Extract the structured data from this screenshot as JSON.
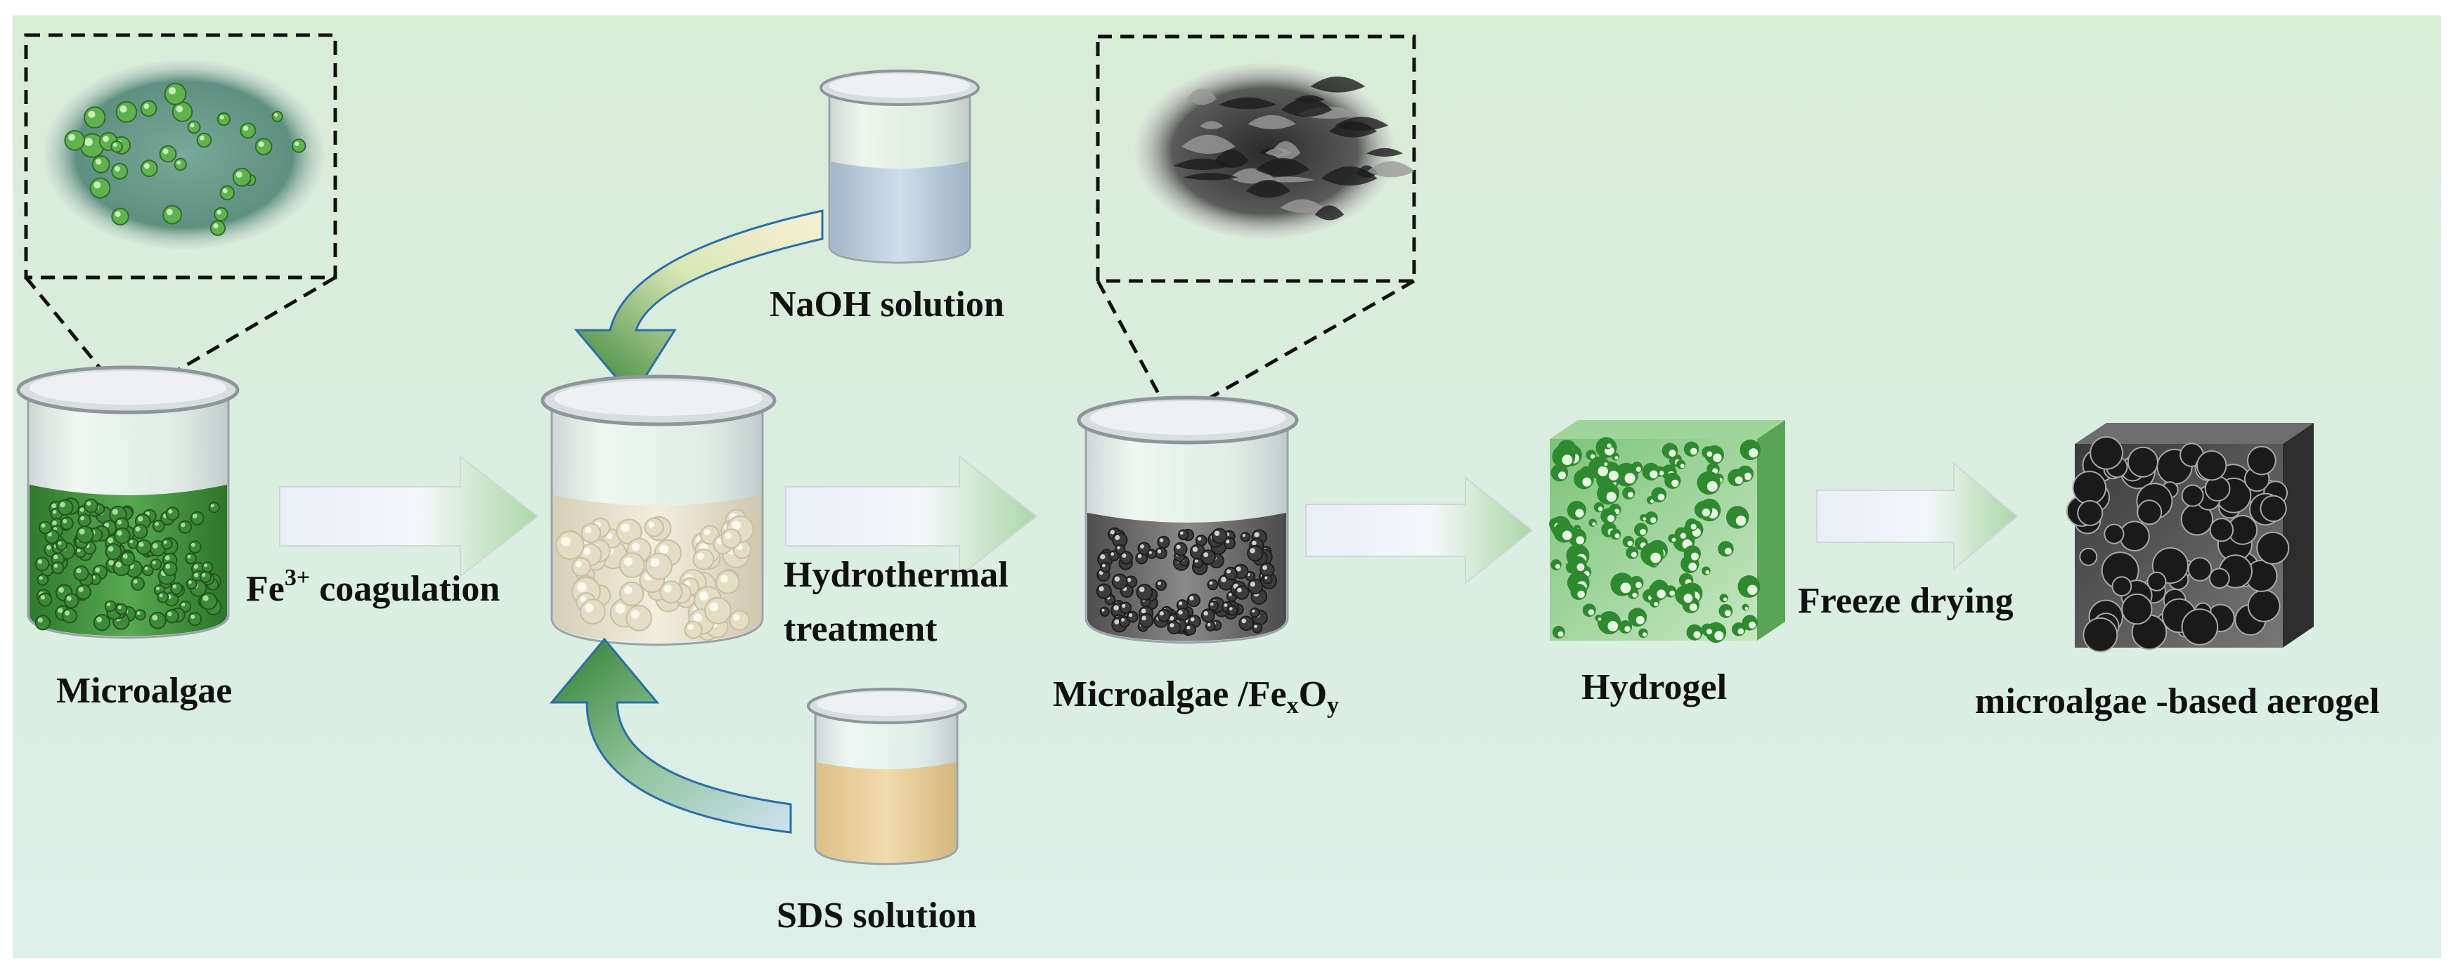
{
  "labels": {
    "microalgae": "Microalgae",
    "coag_prefix": "Fe",
    "coag_sup": "3+",
    "coag_suffix": " coagulation",
    "naoh": "NaOH solution",
    "sds": "SDS solution",
    "hydro_line1": "Hydrothermal",
    "hydro_line2": "treatment",
    "composite_prefix": "Microalgae /Fe",
    "composite_sub1": "x",
    "composite_mid": "O",
    "composite_sub2": "y",
    "hydrogel": "Hydrogel",
    "freeze": "Freeze drying",
    "aerogel": "microalgae -based aerogel"
  },
  "colors": {
    "background_top": "#d9ecd6",
    "background_bottom": "#dcefe9",
    "algae_green": "#3f8f3a",
    "naoh_liquid": "#b9cde0",
    "sds_liquid": "#e8cf9a",
    "mixture_liquid": "#ece6d3",
    "composite_liquid": "#6a6a6a",
    "curved_arrow_green": "#2f7f2f",
    "curved_arrow_blue": "#2b6ea8",
    "process_arrow_green": "#b8ddb4"
  }
}
